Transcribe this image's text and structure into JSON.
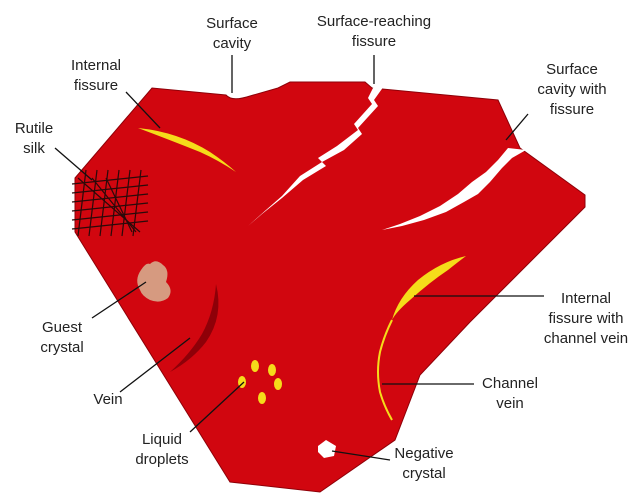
{
  "labels": {
    "surface_cavity": [
      "Surface",
      "cavity"
    ],
    "surface_reaching_fissure": [
      "Surface-reaching",
      "fissure"
    ],
    "surface_cavity_with_fissure": [
      "Surface",
      "cavity with",
      "fissure"
    ],
    "internal_fissure": [
      "Internal",
      "fissure"
    ],
    "rutile_silk": [
      "Rutile",
      "silk"
    ],
    "guest_crystal": [
      "Guest",
      "crystal"
    ],
    "vein": [
      "Vein"
    ],
    "liquid_droplets": [
      "Liquid",
      "droplets"
    ],
    "internal_fissure_with_channel_vein": [
      "Internal",
      "fissure with",
      "channel vein"
    ],
    "channel_vein": [
      "Channel",
      "vein"
    ],
    "negative_crystal": [
      "Negative",
      "crystal"
    ]
  },
  "colors": {
    "gem_body": "#d1060f",
    "gem_shadow": "#8e0008",
    "inclusion_yellow": "#f5dc1a",
    "guest_crystal": "#d69a80",
    "silk_lines": "#2a0a0a",
    "fissure": "#ffffff",
    "leader_line": "#111111"
  }
}
